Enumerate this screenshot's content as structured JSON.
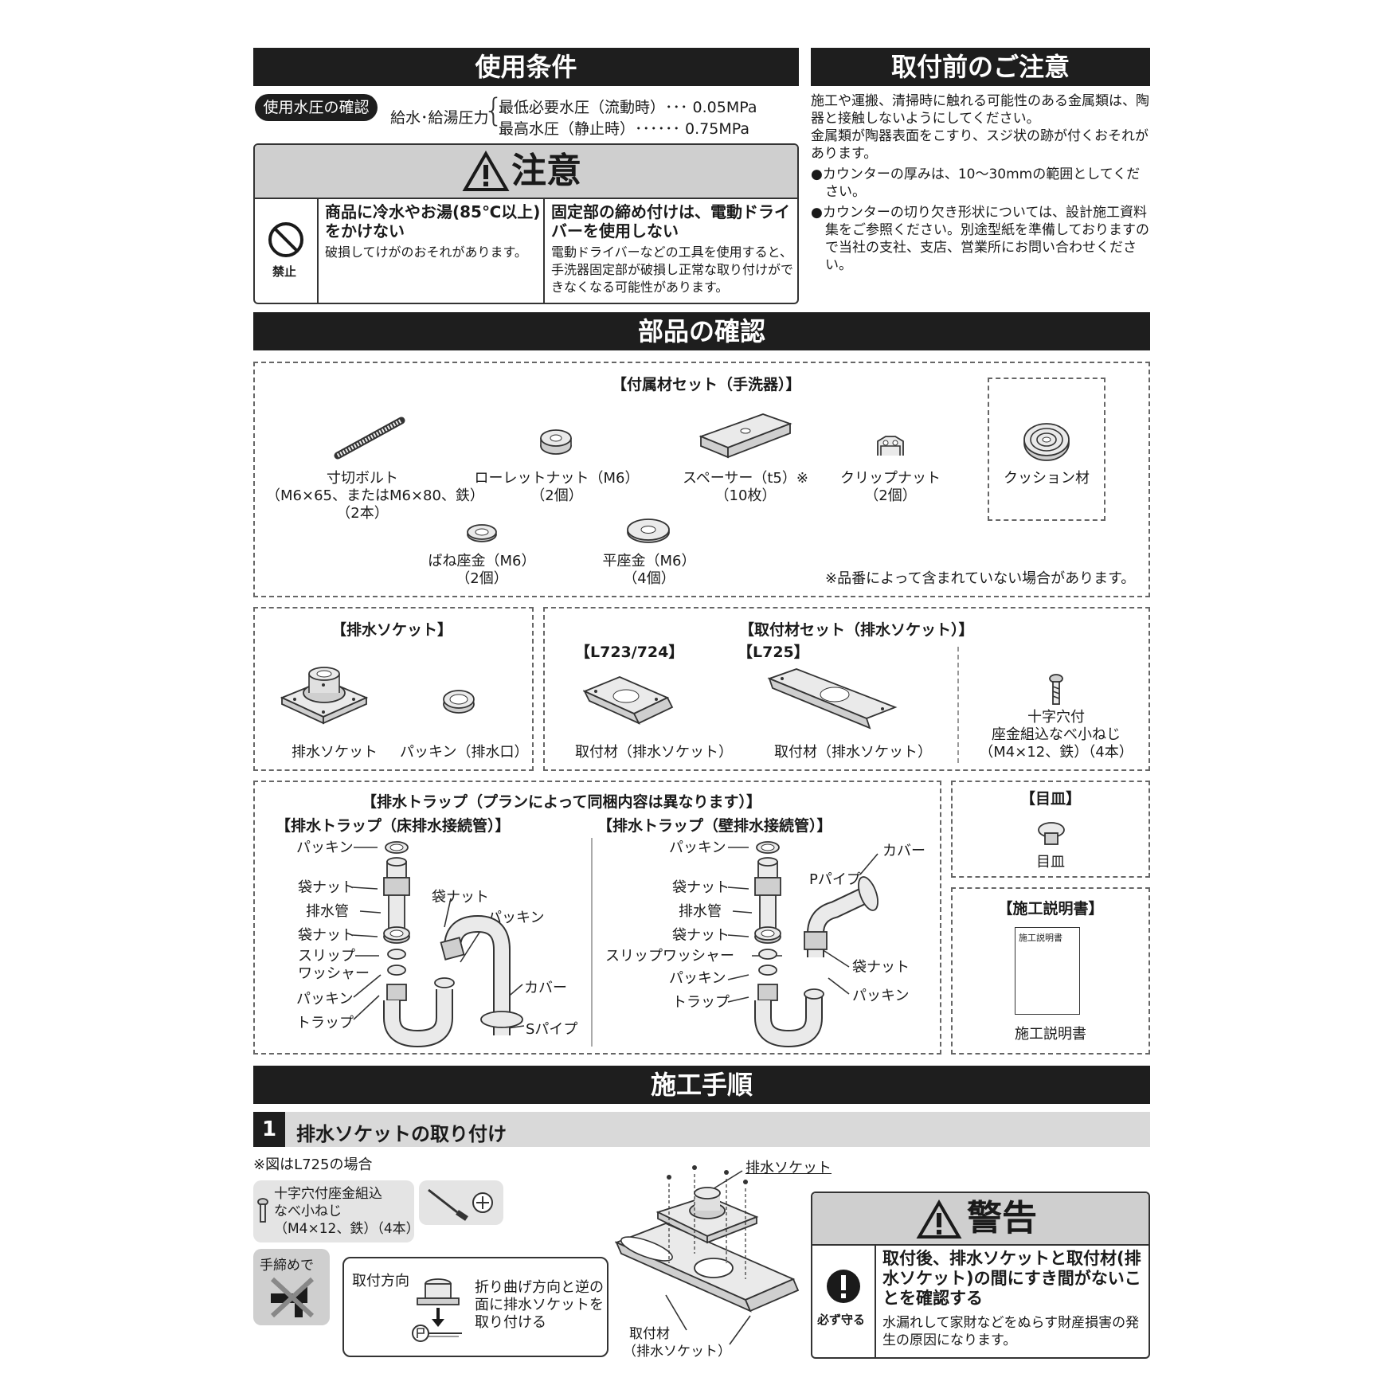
{
  "sections": {
    "usage_conditions": "使用条件",
    "before_install": "取付前のご注意",
    "parts_check": "部品の確認",
    "procedure": "施工手順"
  },
  "pressure": {
    "badge": "使用水圧の確認",
    "label": "給水･給湯圧力",
    "min_line": "最低必要水圧（流動時）･･･ 0.05MPa",
    "max_line": "最高水圧（静止時）･･････ 0.75MPa"
  },
  "caution": {
    "title": "注意",
    "prohibit_label": "禁止",
    "col1_head": "商品に冷水やお湯(85℃以上)をかけない",
    "col1_body": "破損してけがのおそれがあります。",
    "col2_head": "固定部の締め付けは、電動ドライバーを使用しない",
    "col2_body": "電動ドライバーなどの工具を使用すると、手洗器固定部が破損し正常な取り付けができなくなる可能性があります。"
  },
  "notes": {
    "p1": "施工や運搬、清掃時に触れる可能性のある金属類は、陶器と接触しないようにしてください。",
    "p2": "金属類が陶器表面をこすり、スジ状の跡が付くおそれがあります。",
    "b1": "●カウンターの厚みは、10〜30mmの範囲としてください。",
    "b2": "●カウンターの切り欠き形状については、設計施工資料集をご参照ください。別途型紙を準備しておりますので当社の支社、支店、営業所にお問い合わせください。"
  },
  "accessories": {
    "title": "【付属材セット（手洗器）】",
    "bolt_name": "寸切ボルト",
    "bolt_spec": "（M6×65、またはM6×80、鉄）",
    "bolt_qty": "（2本）",
    "knurl_name": "ローレットナット（M6）",
    "knurl_qty": "（2個）",
    "spacer_name": "スペーサー（t5）※",
    "spacer_qty": "（10枚）",
    "clip_name": "クリップナット",
    "clip_qty": "（2個）",
    "cushion_name": "クッション材",
    "spring_name": "ばね座金（M6）",
    "spring_qty": "（2個）",
    "flat_name": "平座金（M6）",
    "flat_qty": "（4個）",
    "note": "※品番によって含まれていない場合があります。"
  },
  "drain_socket": {
    "title": "【排水ソケット】",
    "socket": "排水ソケット",
    "packing": "パッキン（排水口）"
  },
  "mount_set": {
    "title": "【取付材セット（排水ソケット）】",
    "m1": "【L723/724】",
    "m2": "【L725】",
    "m1_label": "取付材（排水ソケット）",
    "m2_label": "取付材（排水ソケット）",
    "screw1": "十字穴付",
    "screw2": "座金組込なべ小ねじ",
    "screw3": "（M4×12、鉄）（4本）"
  },
  "trap": {
    "title": "【排水トラップ（プランによって同梱内容は異なります）】",
    "floor_title": "【排水トラップ（床排水接続管）】",
    "wall_title": "【排水トラップ（壁排水接続管）】",
    "packing": "パッキン",
    "bag_nut": "袋ナット",
    "drain_pipe": "排水管",
    "slip1": "スリップ",
    "slip2": "ワッシャー",
    "slip_washer": "スリップワッシャー",
    "trap": "トラップ",
    "cover": "カバー",
    "s_pipe": "Sパイプ",
    "p_pipe": "Pパイプ"
  },
  "eyeplate": {
    "title": "【目皿】",
    "label": "目皿"
  },
  "manual": {
    "title": "【施工説明書】",
    "doc": "施工説明書",
    "label": "施工説明書"
  },
  "step1": {
    "num": "1",
    "title": "排水ソケットの取り付け",
    "note": "※図はL725の場合",
    "screw1": "十字穴付座金組込",
    "screw2": "なべ小ねじ",
    "screw3": "（M4×12、鉄）（4本）",
    "hand": "手締めで",
    "dir_label": "取付方向",
    "dir1": "折り曲げ方向と逆の",
    "dir2": "面に排水ソケットを",
    "dir3": "取り付ける",
    "socket_label": "排水ソケット",
    "mount1": "取付材",
    "mount2": "（排水ソケット）"
  },
  "warning": {
    "title": "警告",
    "must": "必ず守る",
    "head": "取付後、排水ソケットと取付材(排水ソケット)の間にすき間がないことを確認する",
    "body": "水漏れして家財などをぬらす財産損害の発生の原因になります。"
  }
}
